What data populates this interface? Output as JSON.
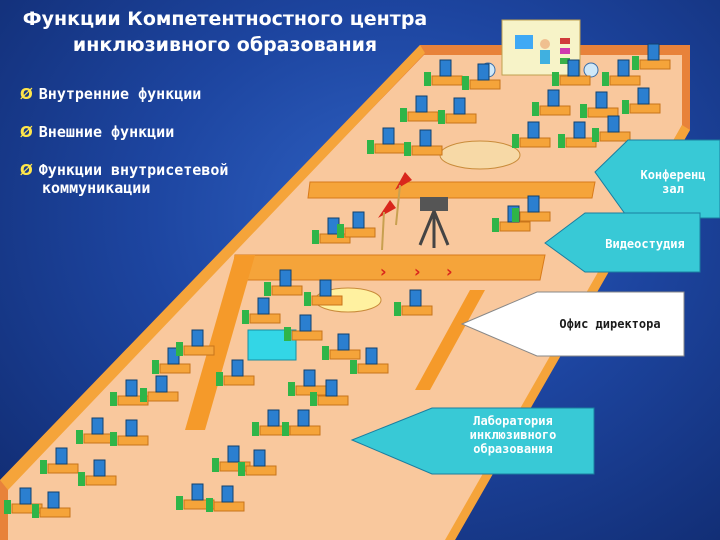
{
  "title": {
    "line1": "Функции Компетентностного центра",
    "line2": "инклюзивного образования"
  },
  "bullets": [
    {
      "line1": "Внутренние функции",
      "line2": ""
    },
    {
      "line1": "Внешние функции",
      "line2": ""
    },
    {
      "line1": "Функции внутрисетевой",
      "line2": "коммуникации"
    }
  ],
  "bullet_marker": "Ø",
  "callouts": {
    "conference": {
      "line1": "Конференц",
      "line2": "зал"
    },
    "video": {
      "line1": "Видеостудия"
    },
    "director": {
      "line1": "Офис директора"
    },
    "lab": {
      "line1": "Лаборатория",
      "line2": "инклюзивного",
      "line3": "образования"
    }
  },
  "colors": {
    "background": "#1d45a0",
    "floor": "#f7c79a",
    "wall": "#f59a2a",
    "callout_cyan": "#38c9d6",
    "callout_white": "#ffffff",
    "chair": "#2fb548",
    "monitor": "#2b7fd0"
  },
  "icons": [
    "floor-plan-illustration",
    "chair-icon",
    "monitor-icon",
    "camera-icon",
    "spotlight-icon",
    "teacher-icon"
  ]
}
